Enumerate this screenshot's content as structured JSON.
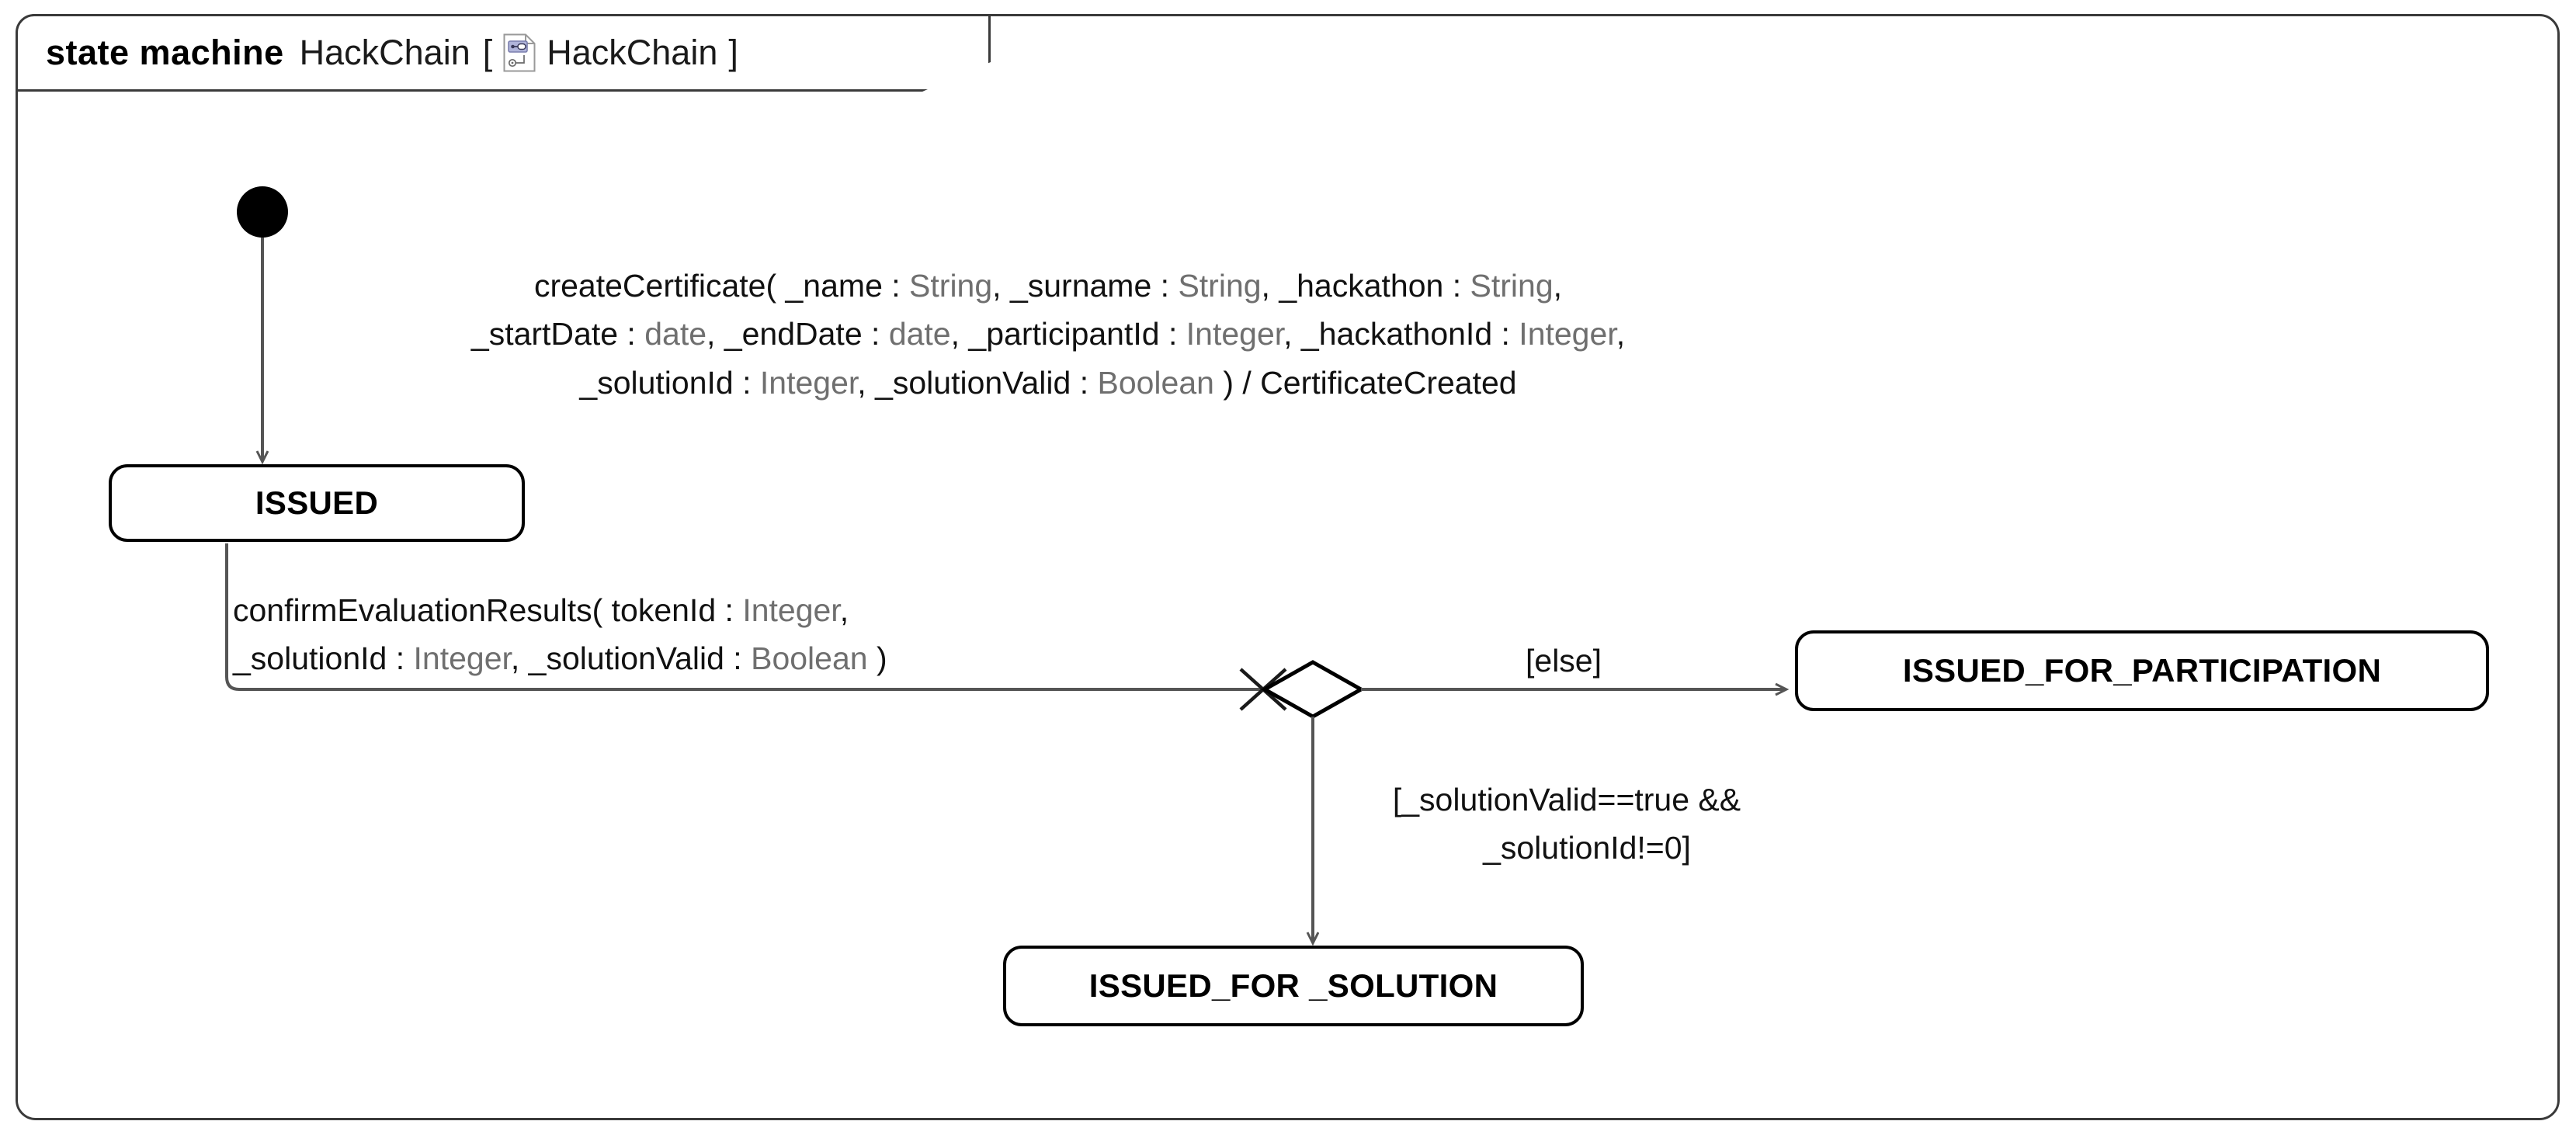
{
  "frame": {
    "keyword": "state machine",
    "name": "HackChain",
    "bracket_open": "[",
    "bracket_close": "]",
    "reference": "HackChain",
    "icon": "state-machine-document-icon"
  },
  "diagram": {
    "type": "uml-state-machine",
    "initial_node": {
      "name": "initial-pseudostate"
    },
    "states": [
      {
        "id": "issued",
        "label": "ISSUED"
      },
      {
        "id": "issued_for_participation",
        "label": "ISSUED_FOR_PARTICIPATION"
      },
      {
        "id": "issued_for_solution",
        "label": "ISSUED_FOR _SOLUTION"
      }
    ],
    "junction": {
      "name": "decision-junction"
    },
    "transitions": [
      {
        "id": "t-initial-issued",
        "from": "initial",
        "to": "issued",
        "label_lines": [
          [
            {
              "t": "createCertificate( _name : ",
              "c": "param"
            },
            {
              "t": "String",
              "c": "type"
            },
            {
              "t": ", _surname : ",
              "c": "param"
            },
            {
              "t": "String",
              "c": "type"
            },
            {
              "t": ", _hackathon : ",
              "c": "param"
            },
            {
              "t": "String",
              "c": "type"
            },
            {
              "t": ",",
              "c": "param"
            }
          ],
          [
            {
              "t": "_startDate : ",
              "c": "param"
            },
            {
              "t": "date",
              "c": "type"
            },
            {
              "t": ", _endDate : ",
              "c": "param"
            },
            {
              "t": "date",
              "c": "type"
            },
            {
              "t": ", _participantId : ",
              "c": "param"
            },
            {
              "t": "Integer",
              "c": "type"
            },
            {
              "t": ", _hackathonId : ",
              "c": "param"
            },
            {
              "t": "Integer",
              "c": "type"
            },
            {
              "t": ",",
              "c": "param"
            }
          ],
          [
            {
              "t": "_solutionId : ",
              "c": "param"
            },
            {
              "t": "Integer",
              "c": "type"
            },
            {
              "t": ", _solutionValid : ",
              "c": "param"
            },
            {
              "t": "Boolean",
              "c": "type"
            },
            {
              "t": " ) / CertificateCreated",
              "c": "param"
            }
          ]
        ]
      },
      {
        "id": "t-issued-junction",
        "from": "issued",
        "to": "junction",
        "label_lines": [
          [
            {
              "t": "confirmEvaluationResults( tokenId : ",
              "c": "param"
            },
            {
              "t": "Integer",
              "c": "type"
            },
            {
              "t": ",",
              "c": "param"
            }
          ],
          [
            {
              "t": "_solutionId : ",
              "c": "param"
            },
            {
              "t": "Integer",
              "c": "type"
            },
            {
              "t": ", _solutionValid : ",
              "c": "param"
            },
            {
              "t": "Boolean",
              "c": "type"
            },
            {
              "t": " )",
              "c": "param"
            }
          ]
        ]
      },
      {
        "id": "t-junction-participation",
        "from": "junction",
        "to": "issued_for_participation",
        "guard": "[else]"
      },
      {
        "id": "t-junction-solution",
        "from": "junction",
        "to": "issued_for_solution",
        "guard_line1": "[_solutionValid==true &&",
        "guard_line2": "_solutionId!=0]"
      }
    ]
  },
  "colors": {
    "frame_stroke": "#3a3a3a",
    "state_stroke": "#000000",
    "edge_stroke": "#555555",
    "param_text": "#111111",
    "type_text": "#6f6f6f",
    "initial_fill": "#000000"
  }
}
